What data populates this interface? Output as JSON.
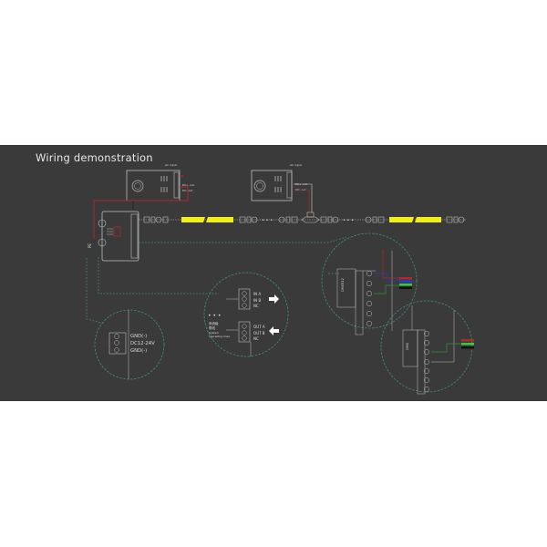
{
  "diagram": {
    "title": "Wiring demonstration",
    "colors": {
      "background": "#3a3a3a",
      "page": "#ffffff",
      "strip_yellow": "#f2ee1a",
      "wire_red": "#b22a2a",
      "wire_blue": "#2a3bd0",
      "wire_green": "#2fcf3a",
      "wire_black": "#111111",
      "dashed_teal": "#3f8f7f",
      "lines_gray": "#bdbdbd"
    },
    "power_supplies": [
      {
        "id": "psu-1",
        "label_top": "AC input",
        "label_out_1": "DC+ out",
        "label_out_2": "DC- out"
      },
      {
        "id": "psu-2",
        "label_top": "AC input",
        "label_out_1": "DC+ out",
        "label_out_2": "DC- out"
      }
    ],
    "controller": {
      "label": "PE"
    },
    "strip_segments": 4,
    "ellipsis": "• • •",
    "detail_power": {
      "terminals": [
        "GND(-)",
        "DC12-24V",
        "GND(-)"
      ]
    },
    "detail_signal": {
      "in_terminals": [
        "IN A",
        "IN B",
        "NC"
      ],
      "out_terminals": [
        "OUT A",
        "OUT B",
        "NC"
      ],
      "note_line1": "系统级",
      "note_line2": "联线",
      "note_line3": "System",
      "note_line4": "cascading lines",
      "dots": "• • •"
    },
    "detail_dmx_rgb": {
      "label": "DMX512",
      "wires": [
        "red",
        "blue",
        "green",
        "black"
      ]
    },
    "detail_dmx_rg": {
      "label": "DMX",
      "wires": [
        "red",
        "green",
        "black"
      ]
    }
  }
}
